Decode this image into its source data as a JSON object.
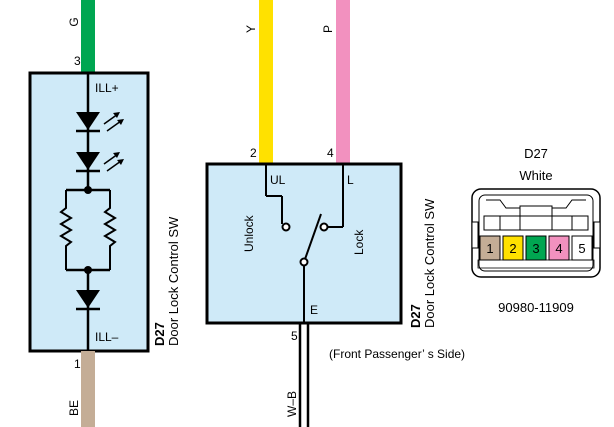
{
  "left_component": {
    "wire_top_color_code": "G",
    "wire_top_color": "#00a651",
    "pin_top": "3",
    "label_top": "ILL+",
    "label_bottom": "ILL–",
    "pin_bottom": "1",
    "wire_bottom_color_code": "BE",
    "wire_bottom_color": "#c4ad96",
    "code": "D27",
    "name": "Door Lock Control SW",
    "box_fill": "#cfeaf8"
  },
  "switch_component": {
    "wire_left_color_code": "Y",
    "wire_left_color": "#ffe100",
    "wire_right_color_code": "P",
    "wire_right_color": "#f291bf",
    "pin_ul": "2",
    "pin_l": "4",
    "label_ul": "UL",
    "label_l": "L",
    "label_unlock": "Unlock",
    "label_lock": "Lock",
    "label_e": "E",
    "pin_e": "5",
    "wire_bottom_color_code": "W–B",
    "code": "D27",
    "name": "Door Lock Control SW",
    "side_note": "(Front Passenger’ s Side)",
    "box_fill": "#cfeaf8"
  },
  "connector": {
    "code": "D27",
    "color_name": "White",
    "part_number": "90980-11909",
    "pins": [
      {
        "num": "1",
        "color": "#c4ad96"
      },
      {
        "num": "2",
        "color": "#ffe100"
      },
      {
        "num": "3",
        "color": "#00a651"
      },
      {
        "num": "4",
        "color": "#f291bf"
      },
      {
        "num": "5",
        "color": "#ffffff"
      }
    ]
  }
}
